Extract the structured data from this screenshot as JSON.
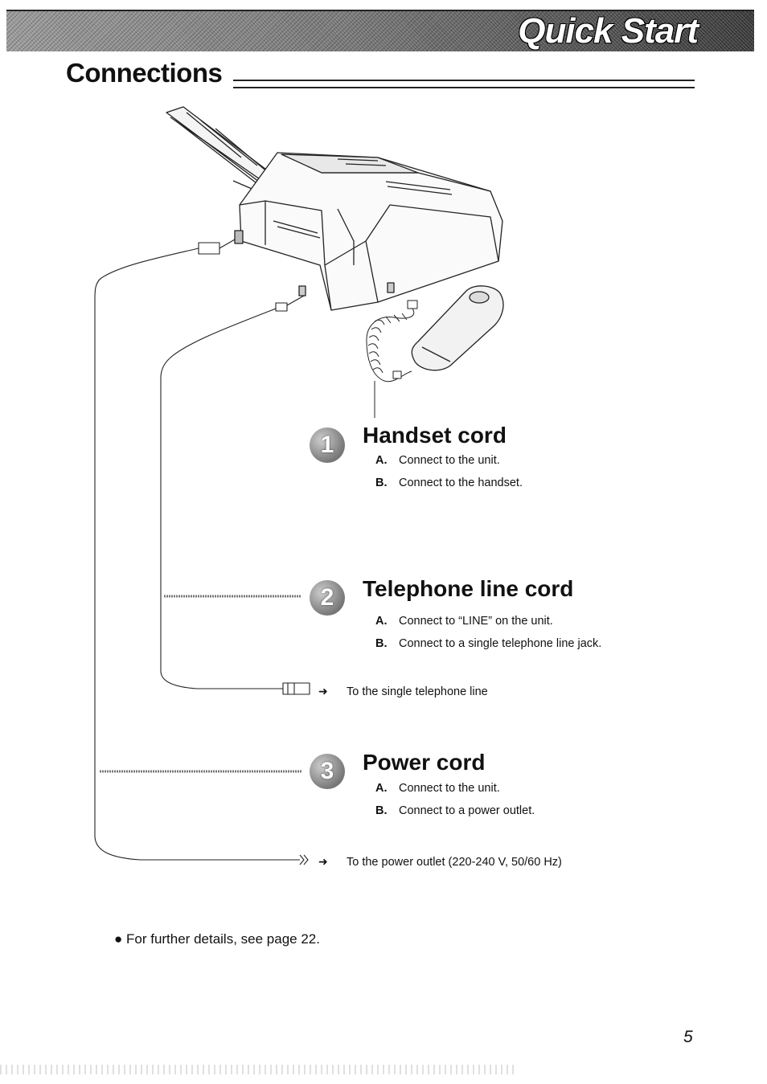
{
  "banner": {
    "title": "Quick Start"
  },
  "section": {
    "title": "Connections"
  },
  "steps": [
    {
      "number": "1",
      "title": "Handset cord",
      "instructions": [
        {
          "letter": "A.",
          "text": "Connect to the unit."
        },
        {
          "letter": "B.",
          "text": "Connect to the handset."
        }
      ]
    },
    {
      "number": "2",
      "title": "Telephone line cord",
      "instructions": [
        {
          "letter": "A.",
          "text": "Connect to “LINE” on the unit."
        },
        {
          "letter": "B.",
          "text": "Connect to a single telephone line jack."
        }
      ],
      "destination": "To the single telephone line"
    },
    {
      "number": "3",
      "title": "Power cord",
      "instructions": [
        {
          "letter": "A.",
          "text": "Connect to the unit."
        },
        {
          "letter": "B.",
          "text": "Connect to a power outlet."
        }
      ],
      "destination": "To the power outlet (220-240 V, 50/60 Hz)"
    }
  ],
  "note": "●  For further details, see page 22.",
  "page_number": "5"
}
